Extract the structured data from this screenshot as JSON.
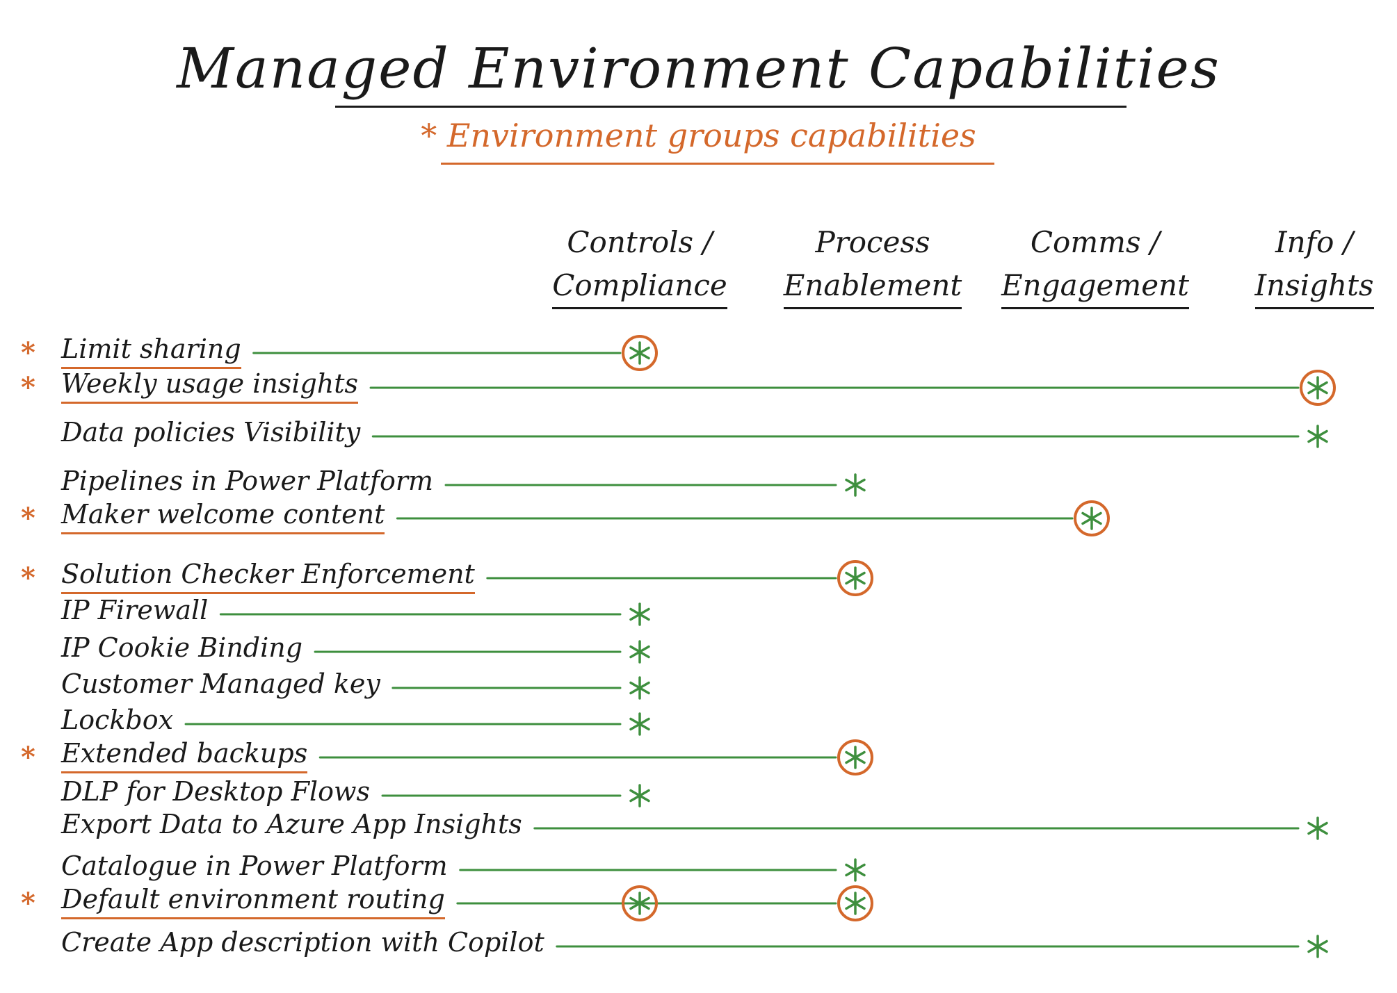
{
  "title": "Managed Environment Capabilities",
  "subtitle": "* Environment groups capabilities",
  "star_symbol": "*",
  "colors": {
    "ink": "#1a1a1a",
    "accent": "#d4682b",
    "line": "#3e8f3e"
  },
  "columns": [
    {
      "line1": "Controls /",
      "line2": "Compliance"
    },
    {
      "line1": "Process",
      "line2": "Enablement"
    },
    {
      "line1": "Comms /",
      "line2": "Engagement"
    },
    {
      "line1": "Info /",
      "line2": "Insights"
    }
  ],
  "rows": [
    {
      "label": "Limit sharing",
      "group": true,
      "marks": [
        {
          "col": 0,
          "circled": true
        }
      ]
    },
    {
      "label": "Weekly usage insights",
      "group": true,
      "marks": [
        {
          "col": 3,
          "circled": true
        }
      ]
    },
    {
      "label": "Data policies Visibility",
      "group": false,
      "marks": [
        {
          "col": 3,
          "circled": false
        }
      ]
    },
    {
      "label": "Pipelines in Power Platform",
      "group": false,
      "marks": [
        {
          "col": 1,
          "circled": false
        }
      ]
    },
    {
      "label": "Maker welcome content",
      "group": true,
      "marks": [
        {
          "col": 2,
          "circled": true
        }
      ]
    },
    {
      "label": "Solution Checker Enforcement",
      "group": true,
      "marks": [
        {
          "col": 1,
          "circled": true
        }
      ]
    },
    {
      "label": "IP Firewall",
      "group": false,
      "marks": [
        {
          "col": 0,
          "circled": false
        }
      ]
    },
    {
      "label": "IP Cookie Binding",
      "group": false,
      "marks": [
        {
          "col": 0,
          "circled": false
        }
      ]
    },
    {
      "label": "Customer Managed key",
      "group": false,
      "marks": [
        {
          "col": 0,
          "circled": false
        }
      ]
    },
    {
      "label": "Lockbox",
      "group": false,
      "marks": [
        {
          "col": 0,
          "circled": false
        }
      ]
    },
    {
      "label": "Extended backups",
      "group": true,
      "marks": [
        {
          "col": 1,
          "circled": true
        }
      ]
    },
    {
      "label": "DLP for Desktop Flows",
      "group": false,
      "marks": [
        {
          "col": 0,
          "circled": false
        }
      ]
    },
    {
      "label": "Export Data to Azure App Insights",
      "group": false,
      "marks": [
        {
          "col": 3,
          "circled": false
        }
      ]
    },
    {
      "label": "Catalogue in Power Platform",
      "group": false,
      "marks": [
        {
          "col": 1,
          "circled": false
        }
      ]
    },
    {
      "label": "Default environment routing",
      "group": true,
      "marks": [
        {
          "col": 0,
          "circled": true
        },
        {
          "col": 1,
          "circled": true
        }
      ]
    },
    {
      "label": "Create App description with Copilot",
      "group": false,
      "marks": [
        {
          "col": 3,
          "circled": false
        }
      ]
    }
  ]
}
